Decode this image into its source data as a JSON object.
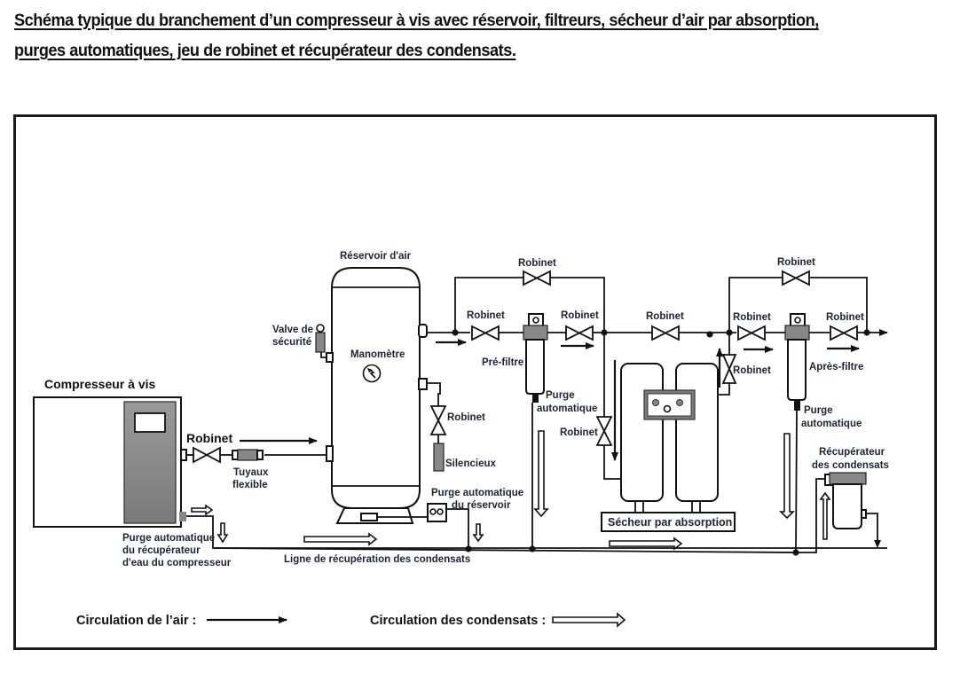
{
  "title": {
    "line1": "Schéma typique du branchement d’un compresseur à vis avec réservoir, filtreurs, sécheur d’air par absorption,",
    "line2": "purges automatiques, jeu de robinet et récupérateur des condensats."
  },
  "diagram": {
    "compressor": {
      "label": "Compresseur à vis"
    },
    "compressor_valve": {
      "label": "Robinet"
    },
    "flexible_hose": {
      "label_line1": "Tuyaux",
      "label_line2": "flexible"
    },
    "compressor_purge": {
      "label_line1": "Purge automatique",
      "label_line2": "du récupérateur",
      "label_line3": "d'eau du compresseur"
    },
    "tank": {
      "label": "Réservoir d'air"
    },
    "safety_valve": {
      "label_line1": "Valve de",
      "label_line2": "sécurité"
    },
    "manometer": {
      "label": "Manomètre"
    },
    "tank_drain_valve": {
      "label": "Robinet"
    },
    "silencer": {
      "label": "Silencieux"
    },
    "tank_purge": {
      "label_line1": "Purge automatique",
      "label_line2": "du réservoir"
    },
    "condensate_line": {
      "label": "Ligne de récupération des condensats"
    },
    "prefilter_bypass_valve": {
      "label": "Robinet"
    },
    "prefilter_inlet_valve": {
      "label": "Robinet"
    },
    "prefilter": {
      "label": "Pré-filtre"
    },
    "prefilter_outlet_valve": {
      "label": "Robinet"
    },
    "prefilter_purge": {
      "label_line1": "Purge",
      "label_line2": "automatique"
    },
    "dryer_bypass_valve": {
      "label": "Robinet"
    },
    "dryer_inlet_valve": {
      "label": "Robinet"
    },
    "dryer_outlet_valve": {
      "label": "Robinet"
    },
    "dryer": {
      "label": "Sécheur par absorption"
    },
    "afterfilter_bypass_valve": {
      "label": "Robinet"
    },
    "afterfilter_inlet_valve": {
      "label": "Robinet"
    },
    "afterfilter": {
      "label": "Après-filtre"
    },
    "afterfilter_outlet_valve": {
      "label": "Robinet"
    },
    "afterfilter_purge": {
      "label_line1": "Purge",
      "label_line2": "automatique"
    },
    "condensate_recovery": {
      "label_line1": "Récupérateur",
      "label_line2": "des condensats"
    }
  },
  "legend": {
    "air_flow": "Circulation de l’air :",
    "condensate_flow": "Circulation des condensats :"
  }
}
